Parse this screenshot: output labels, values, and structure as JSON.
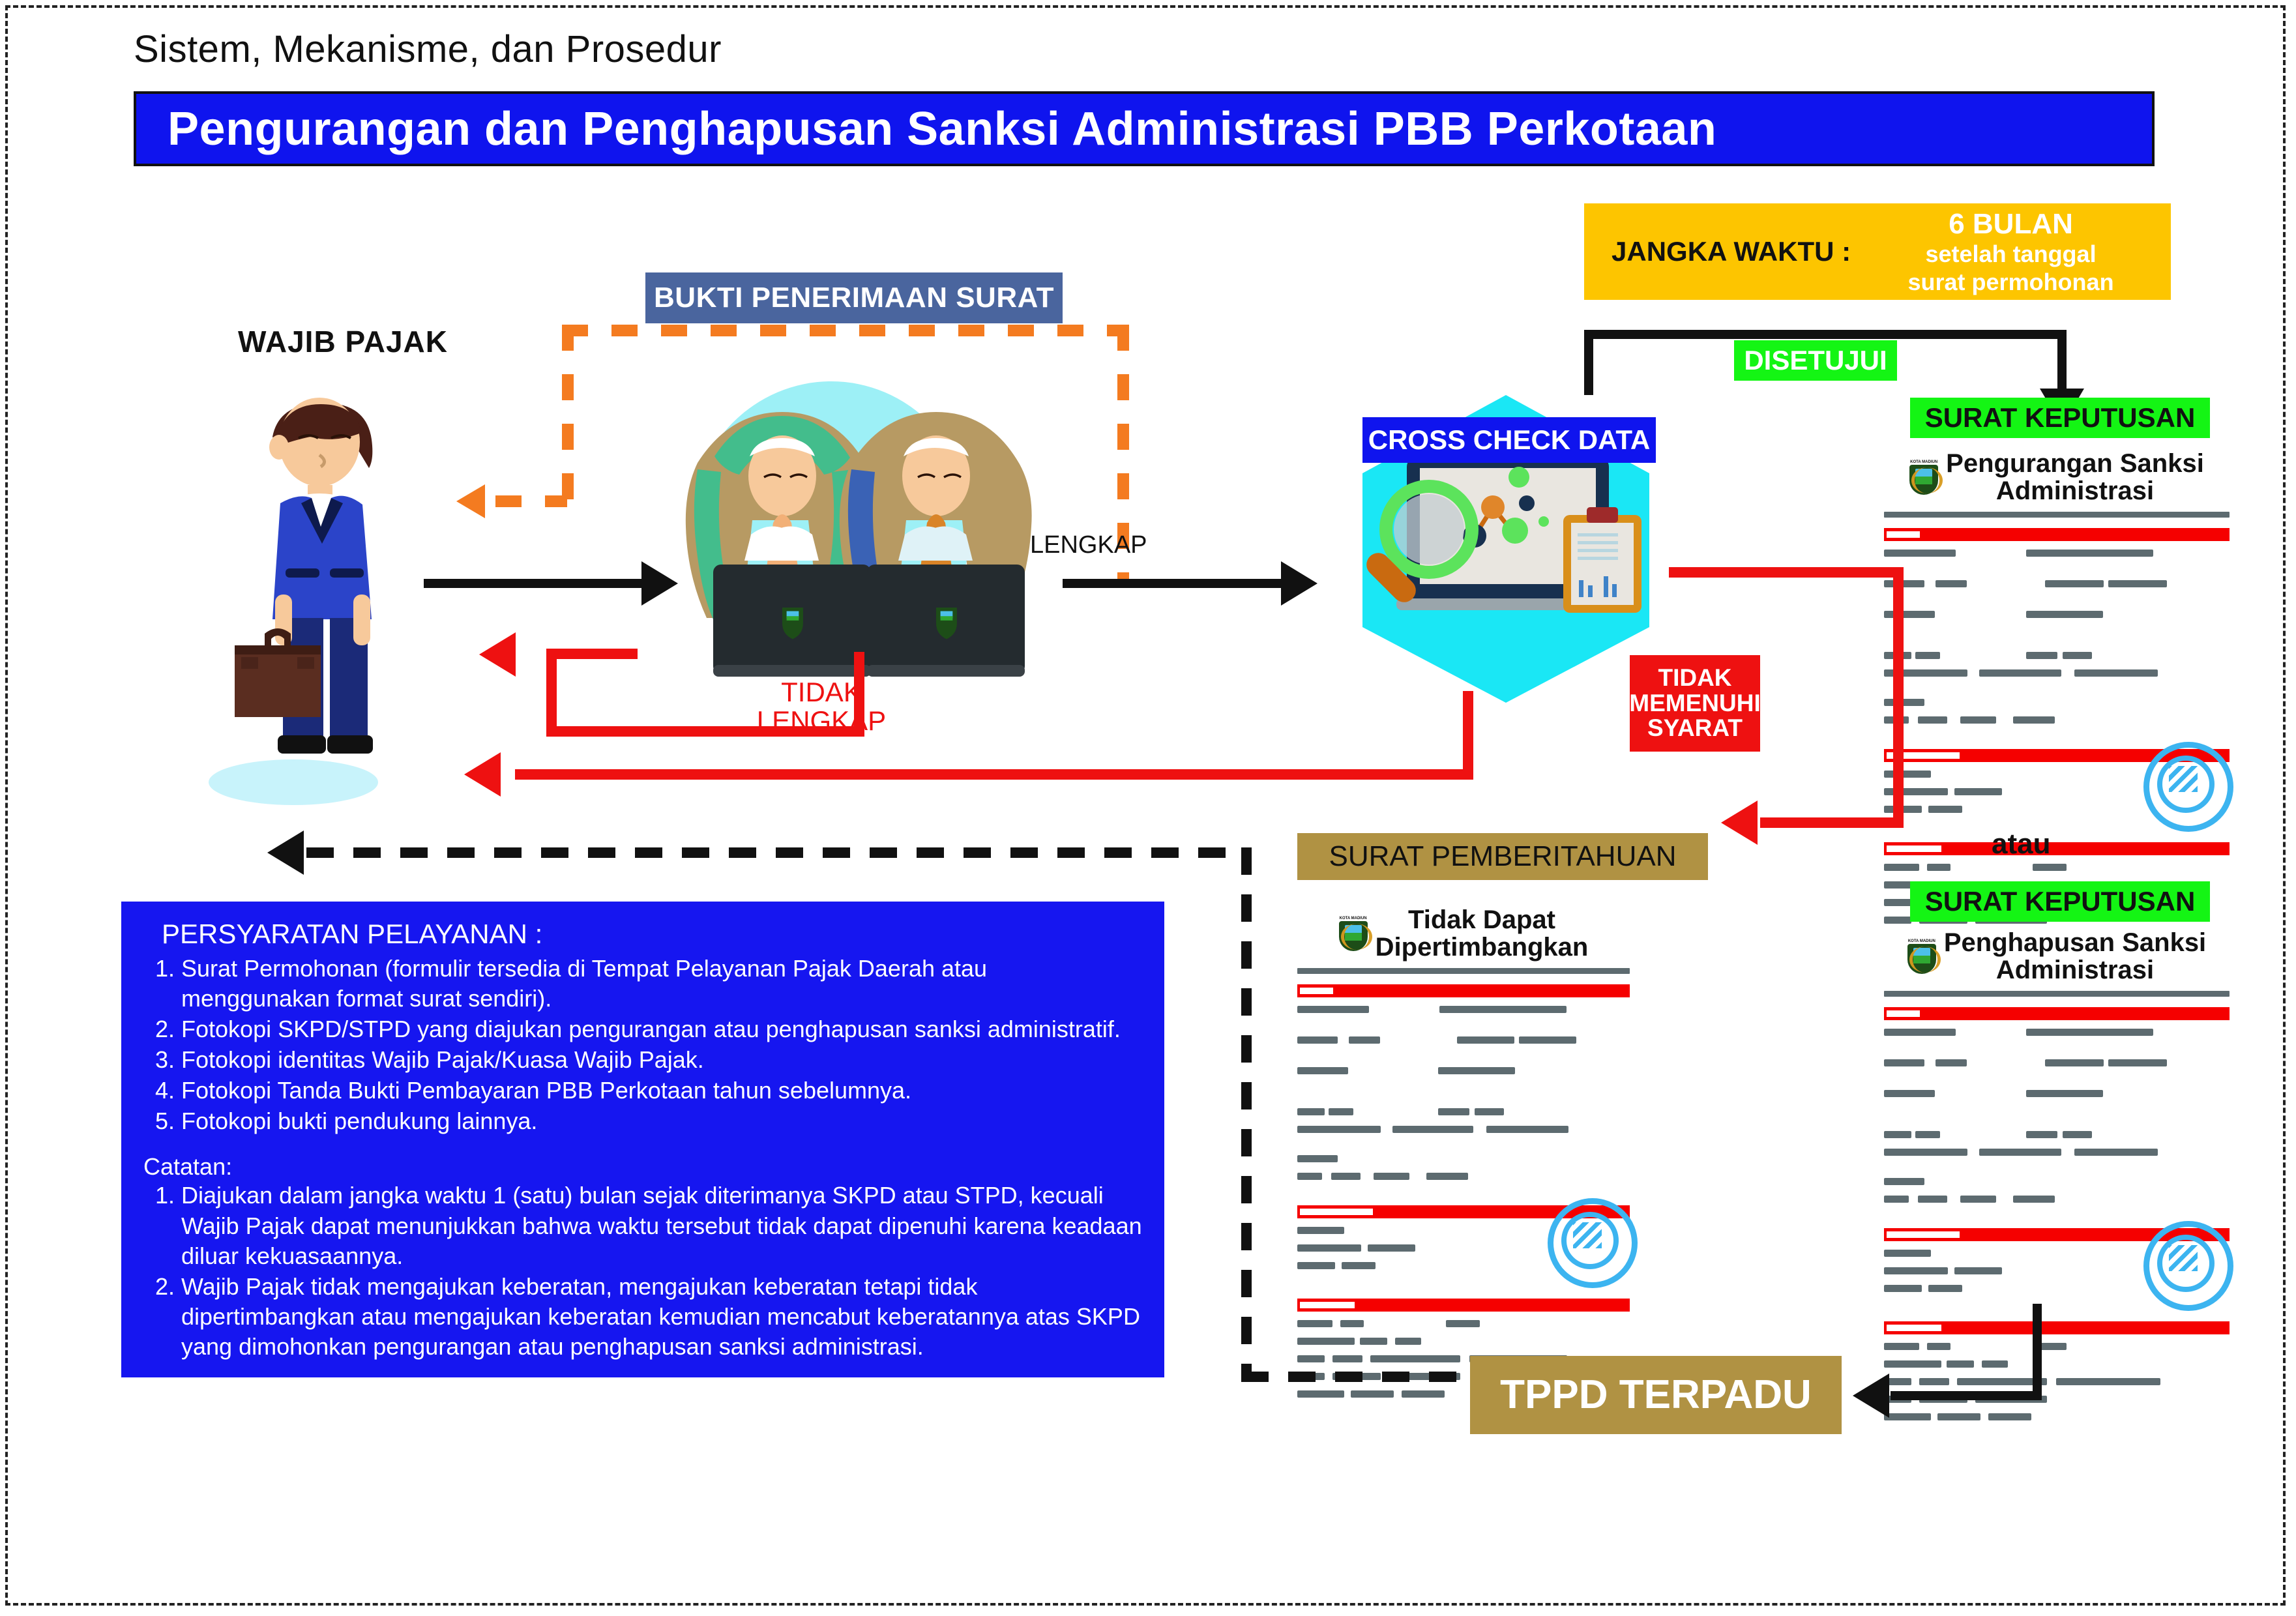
{
  "header": {
    "subtitle": "Sistem, Mekanisme, dan Prosedur",
    "title": "Pengurangan dan Penghapusan Sanksi Administrasi PBB Perkotaan"
  },
  "flow": {
    "wajib_pajak": "WAJIB PAJAK",
    "bukti_penerimaan": "BUKTI PENERIMAAN SURAT",
    "lengkap": "LENGKAP",
    "tidak_lengkap": "TIDAK\nLENGKAP",
    "tidak_lengkap_line1": "TIDAK",
    "tidak_lengkap_line2": "LENGKAP",
    "cross_check": "CROSS CHECK DATA",
    "tidak_memenuhi_1": "TIDAK",
    "tidak_memenuhi_2": "MEMENUHI",
    "tidak_memenuhi_3": "SYARAT",
    "surat_pemberitahuan": "SURAT PEMBERITAHUAN",
    "tppd_terpadu": "TPPD TERPADU",
    "atau": "atau",
    "disetujui": "DISETUJUI"
  },
  "jangka_waktu": {
    "label": "JANGKA WAKTU :",
    "value_main": "6 BULAN",
    "value_sub_1": "setelah tanggal",
    "value_sub_2": "surat permohonan"
  },
  "documents": [
    {
      "badge": "SURAT KEPUTUSAN",
      "title_line1": "Pengurangan Sanksi",
      "title_line2": "Administrasi",
      "crest_text": "KOTA MADIUN"
    },
    {
      "badge": "SURAT KEPUTUSAN",
      "title_line1": "Penghapusan Sanksi",
      "title_line2": "Administrasi",
      "crest_text": "KOTA MADIUN"
    },
    {
      "badge": "",
      "title_line1": "Tidak Dapat",
      "title_line2": "Dipertimbangkan",
      "crest_text": "KOTA MADIUN"
    }
  ],
  "info_panel": {
    "heading": "PERSYARATAN PELAYANAN :",
    "requirements": [
      "1. Surat Permohonan (formulir tersedia di Tempat Pelayanan Pajak Daerah atau menggunakan format surat sendiri).",
      "2. Fotokopi SKPD/STPD yang diajukan pengurangan atau penghapusan sanksi administratif.",
      "3. Fotokopi identitas Wajib Pajak/Kuasa Wajib Pajak.",
      "4. Fotokopi Tanda Bukti Pembayaran PBB Perkotaan tahun sebelumnya.",
      "5. Fotokopi bukti pendukung lainnya."
    ],
    "notes_heading": "Catatan:",
    "notes": [
      "1. Diajukan dalam jangka waktu 1 (satu) bulan sejak diterimanya SKPD atau STPD, kecuali Wajib Pajak dapat menunjukkan bahwa waktu tersebut tidak dapat dipenuhi karena keadaan diluar kekuasaannya.",
      "2. Wajib Pajak tidak mengajukan keberatan, mengajukan keberatan tetapi tidak dipertimbangkan atau mengajukan keberatan kemudian mencabut keberatannya atas SKPD yang dimohonkan pengurangan atau penghapusan sanksi administrasi."
    ]
  },
  "colors": {
    "title_blue": "#0f14ee",
    "info_blue": "#1616f0",
    "badge_green": "#14f514",
    "gold": "#b09243",
    "yellow": "#fdc500",
    "red": "#ee1111",
    "orange": "#f47b20",
    "slate_blue": "#4a659e",
    "cyan": "#1ae7f5"
  }
}
